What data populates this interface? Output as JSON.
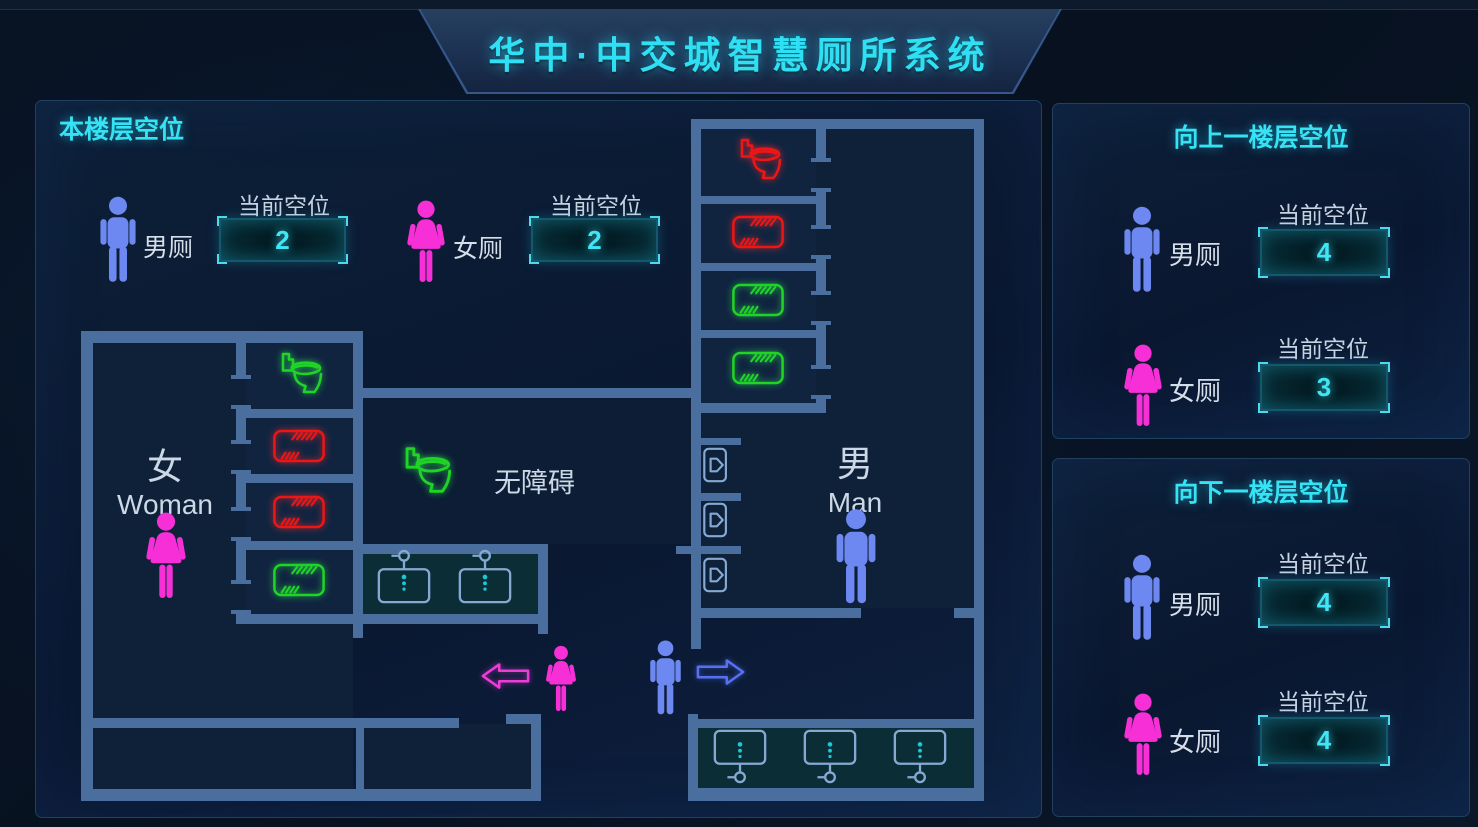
{
  "header": {
    "title": "华中·中交城智慧厕所系统"
  },
  "colors": {
    "accent_cyan": "#2fe0f5",
    "occupied_red": "#ee1515",
    "vacant_green": "#1fd425",
    "male_blue": "#6d88f0",
    "female_magenta": "#f62fd6",
    "wall_blue": "#4a6f9e"
  },
  "current_floor": {
    "title": "本楼层空位",
    "male": {
      "label": "男厕",
      "value_label": "当前空位",
      "value": "2"
    },
    "female": {
      "label": "女厕",
      "value_label": "当前空位",
      "value": "2"
    },
    "floorplan": {
      "women_zone": {
        "label_zh": "女",
        "label_en": "Woman"
      },
      "men_zone": {
        "label_zh": "男",
        "label_en": "Man"
      },
      "accessible_label": "无障碍",
      "women_stalls": [
        "vacant",
        "occupied",
        "occupied",
        "vacant"
      ],
      "men_stalls": [
        "occupied",
        "occupied",
        "vacant",
        "vacant"
      ],
      "accessible_status": "vacant",
      "fixtures": {
        "urinals": 3,
        "women_sinks": 2,
        "men_sinks": 3
      },
      "entrance": {
        "women_direction": "left",
        "men_direction": "right"
      }
    }
  },
  "upper_floor": {
    "title": "向上一楼层空位",
    "male": {
      "label": "男厕",
      "value_label": "当前空位",
      "value": "4"
    },
    "female": {
      "label": "女厕",
      "value_label": "当前空位",
      "value": "3"
    }
  },
  "lower_floor": {
    "title": "向下一楼层空位",
    "male": {
      "label": "男厕",
      "value_label": "当前空位",
      "value": "4"
    },
    "female": {
      "label": "女厕",
      "value_label": "当前空位",
      "value": "4"
    }
  }
}
